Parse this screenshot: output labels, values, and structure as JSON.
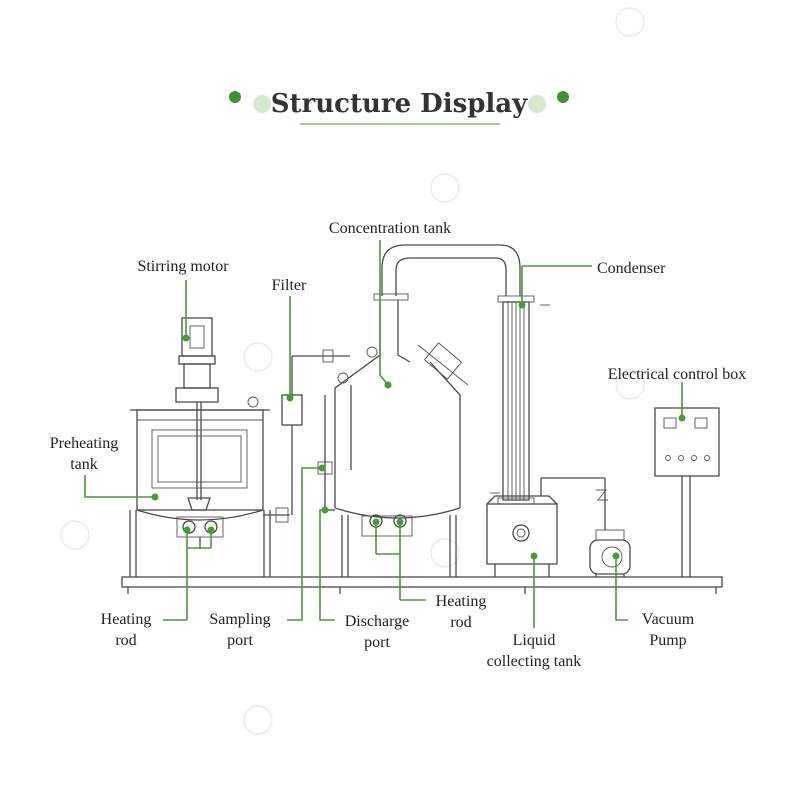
{
  "title": "Structure Display",
  "colors": {
    "accent": "#4a9a3a",
    "accent_light": "#d6e9cf",
    "line": "#4a4a4a",
    "text": "#222222"
  },
  "labels": {
    "concentration_tank": "Concentration tank",
    "stirring_motor": "Stirring motor",
    "filter": "Filter",
    "condenser": "Condenser",
    "electrical_control_box": "Electrical control box",
    "preheating_tank_1": "Preheating",
    "preheating_tank_2": "tank",
    "heating_rod_left_1": "Heating",
    "heating_rod_left_2": "rod",
    "sampling_port_1": "Sampling",
    "sampling_port_2": "port",
    "discharge_port_1": "Discharge",
    "discharge_port_2": "port",
    "heating_rod_right_1": "Heating",
    "heating_rod_right_2": "rod",
    "liquid_collecting_tank_1": "Liquid",
    "liquid_collecting_tank_2": "collecting tank",
    "vacuum_pump_1": "Vacuum",
    "vacuum_pump_2": "Pump"
  }
}
